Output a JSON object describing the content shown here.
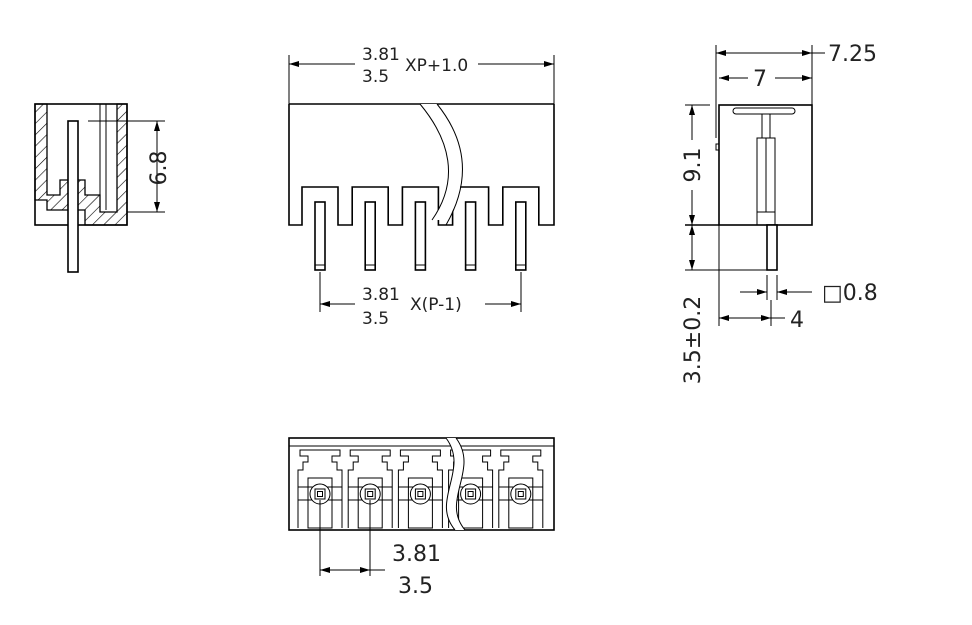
{
  "side_view": {
    "height_label": "6.8"
  },
  "front_view": {
    "top_dim": {
      "pitch_a": "3.81",
      "pitch_b": "3.5",
      "formula": "XP+1.0"
    },
    "bottom_dim": {
      "pitch_a": "3.81",
      "pitch_b": "3.5",
      "formula": "X(P-1)"
    },
    "pin_count": 5
  },
  "profile_view": {
    "overall_width": "7.25",
    "body_width": "7",
    "body_height": "9.1",
    "pin_length": "3.5±0.2",
    "pin_size": "□0.8",
    "pin_offset": "4"
  },
  "bottom_view": {
    "pitch_a": "3.81",
    "pitch_b": "3.5",
    "cell_count": 5
  }
}
